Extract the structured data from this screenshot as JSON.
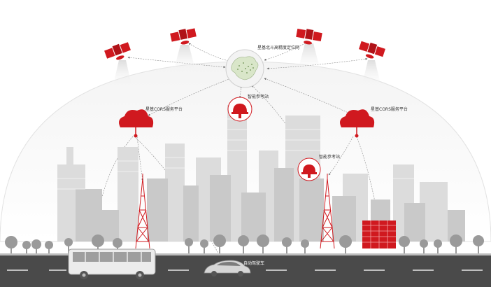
{
  "colors": {
    "accent": "#d0191f",
    "building": "#c9c9c9",
    "building_light": "#dedede",
    "road": "#4a4a4a",
    "tree": "#9a9a9a",
    "dome": "#eeeeee"
  },
  "icons": {
    "satellite": "satellite-icon",
    "cloud_server": "cloud-server-icon",
    "reference_station": "reference-station-icon",
    "signal_tower": "signal-tower-icon",
    "china_map": "china-map-icon",
    "bus": "bus-icon",
    "car": "car-icon"
  },
  "labels": {
    "map_center": "星基北斗高精度定位网",
    "cloud_left": "星基CORS服务平台",
    "cloud_right": "星基CORS服务平台",
    "station_top": "智能参考站",
    "station_mid": "智能参考站",
    "car": "自动驾驶车"
  }
}
